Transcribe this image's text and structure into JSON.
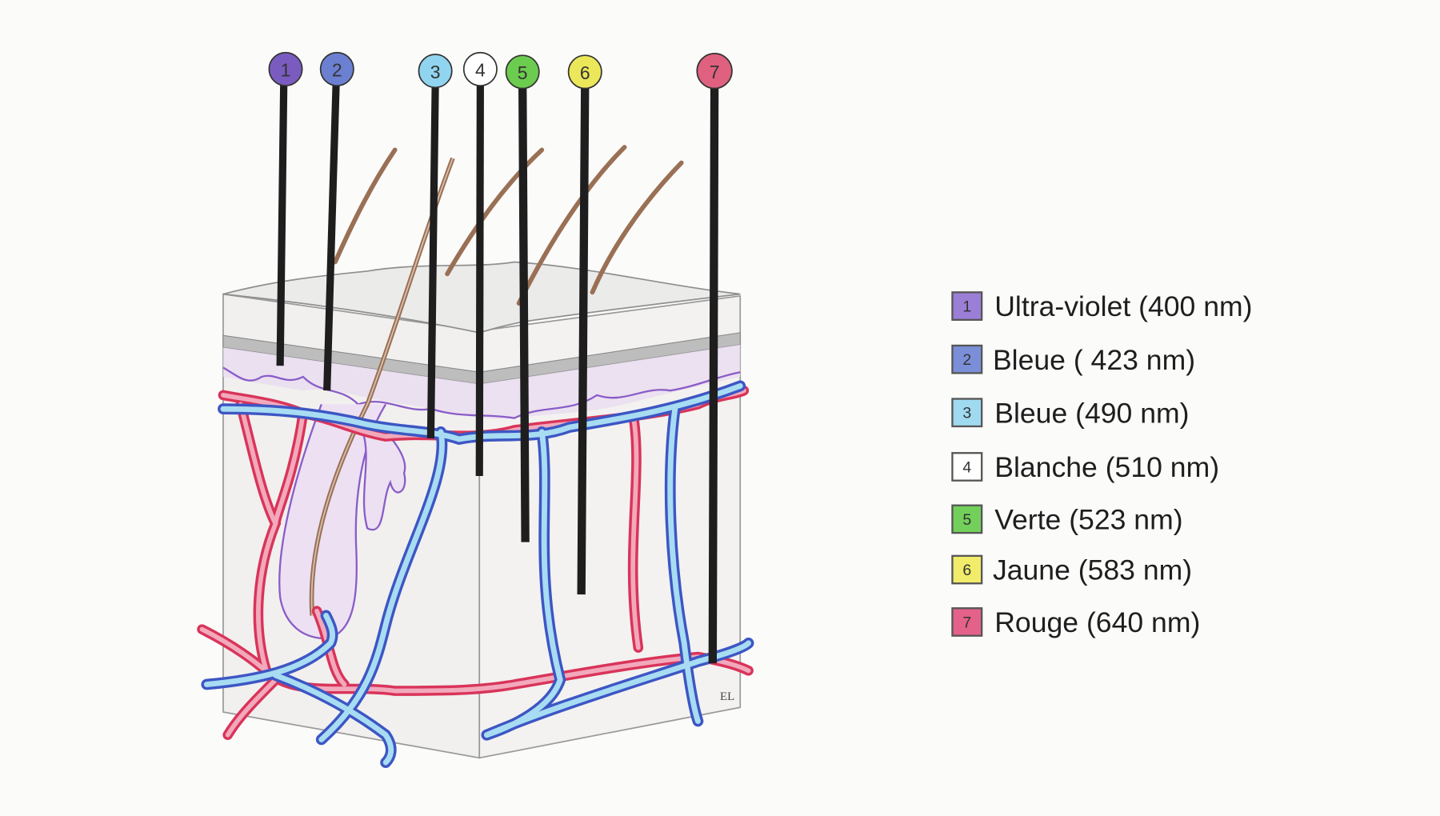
{
  "legend": [
    {
      "num": "1",
      "label": "Ultra-violet (400 nm)",
      "color": "#9b7fd6"
    },
    {
      "num": "2",
      "label": "Bleue ( 423 nm)",
      "color": "#7b8fd8"
    },
    {
      "num": "3",
      "label": "Bleue (490 nm)",
      "color": "#9fdaf0"
    },
    {
      "num": "4",
      "label": "Blanche (510 nm)",
      "color": "#ffffff"
    },
    {
      "num": "5",
      "label": "Verte (523 nm)",
      "color": "#72d05a"
    },
    {
      "num": "6",
      "label": "Jaune (583 nm)",
      "color": "#f1ec6a"
    },
    {
      "num": "7",
      "label": "Rouge (640 nm)",
      "color": "#e4628a"
    }
  ],
  "pins": [
    {
      "num": "1",
      "color": "#7a5cc0"
    },
    {
      "num": "2",
      "color": "#6c80d2"
    },
    {
      "num": "3",
      "color": "#91d4ef"
    },
    {
      "num": "4",
      "color": "#ffffff"
    },
    {
      "num": "5",
      "color": "#6ccc4f"
    },
    {
      "num": "6",
      "color": "#ece75a"
    },
    {
      "num": "7",
      "color": "#e0607f"
    }
  ],
  "signature": "EL"
}
